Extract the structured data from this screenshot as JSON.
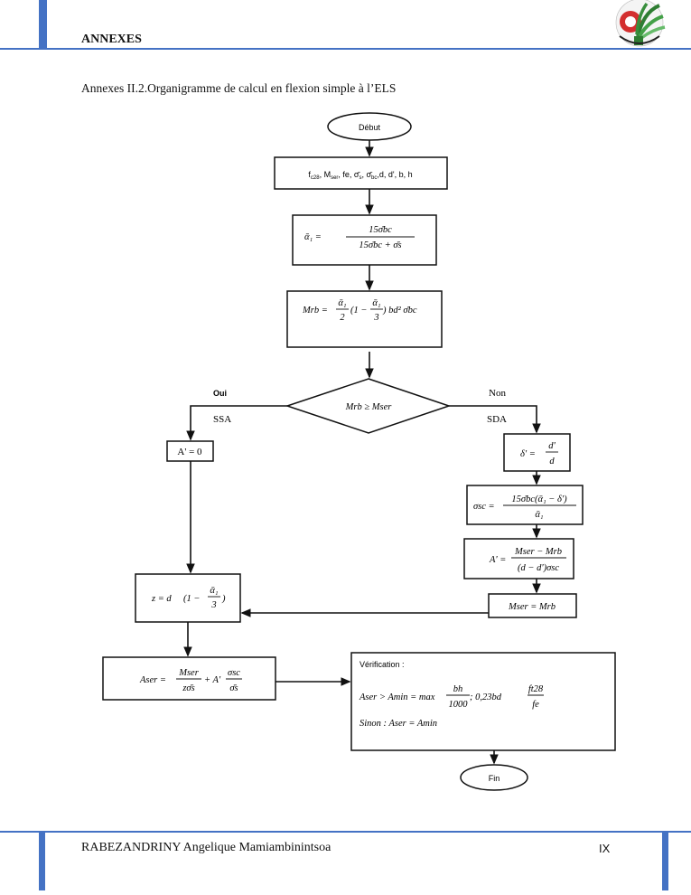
{
  "header": {
    "title": "ANNEXES",
    "logo": "university-logo"
  },
  "caption": "Annexes II.2.Organigramme de calcul en flexion simple à l’ELS",
  "flowchart": {
    "start": "Début",
    "inputs": "fᶜ₂₈, Mₛₑᵣ, fe, σ̄s, σ̄bc, d, d', b, h",
    "inputs_parts": {
      "a": "f",
      "a_sub": "c28",
      "b": ", M",
      "b_sub": "ser",
      "c": ", fe, σ̄",
      "c_sub": "s",
      "d": ", σ̄",
      "d_sub": "bc",
      "e": ",d, d', b, h"
    },
    "alpha": {
      "lhs": "ᾱ₁ =",
      "num": "15σ̄bc",
      "den": "15σ̄bc + σ̄s"
    },
    "mrb": {
      "lhs": "Mrb =",
      "f1_num": "ᾱ₁",
      "f1_den": "2",
      "paren_open": "(1 −",
      "f2_num": "ᾱ₁",
      "f2_den": "3",
      "rest": ") bd² σ̄bc"
    },
    "decision": "Mrb ≥ Mser",
    "yes_label": "Oui",
    "no_label": "Non",
    "yes_branch": "SSA",
    "no_branch": "SDA",
    "a_prime_zero": "A' = 0",
    "delta": {
      "lhs": "δ' =",
      "num": "d'",
      "den": "d"
    },
    "sigma_sc": {
      "lhs": "σsc =",
      "num": "15σ̄bc(ᾱ₁ − δ')",
      "den": "ᾱ₁"
    },
    "a_prime": {
      "lhs": "A' =",
      "num": "Mser − Mrb",
      "den": "(d − d')σsc"
    },
    "mser_eq": "Mser = Mrb",
    "z": {
      "lhs": "z = d",
      "paren_open": "(1 −",
      "num": "ᾱ₁",
      "den": "3",
      "paren_close": ")"
    },
    "aser": {
      "lhs": "Aser =",
      "f1_num": "Mser",
      "f1_den": "zσ̄s",
      "plus": "+ A'",
      "f2_num": "σsc",
      "f2_den": "σ̄s"
    },
    "verification": {
      "title": "Vérification :",
      "line1_lhs": "Aser > Amin = max",
      "f1_num": "bh",
      "f1_den": "1000",
      "mid": "; 0,23bd",
      "f2_num": "ft28",
      "f2_den": "fe",
      "line2": "Sinon : Aser = Amin"
    },
    "end": "Fin"
  },
  "footer": {
    "author": "RABEZANDRINY Angelique Mamiambinintsoa",
    "page": "IX"
  }
}
